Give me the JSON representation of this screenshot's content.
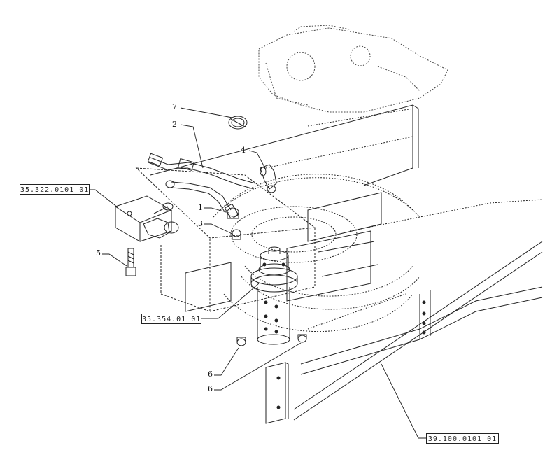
{
  "diagram": {
    "reference_boxes": [
      {
        "id": "ref-tank",
        "label": "35.322.0101 01"
      },
      {
        "id": "ref-swivel",
        "label": "35.354.01 01"
      },
      {
        "id": "ref-frame",
        "label": "39.100.0101 01"
      }
    ],
    "callouts": [
      {
        "id": "callout-7",
        "label": "7"
      },
      {
        "id": "callout-2",
        "label": "2"
      },
      {
        "id": "callout-4",
        "label": "4"
      },
      {
        "id": "callout-1",
        "label": "1"
      },
      {
        "id": "callout-3",
        "label": "3"
      },
      {
        "id": "callout-5",
        "label": "5"
      },
      {
        "id": "callout-6a",
        "label": "6"
      },
      {
        "id": "callout-6b",
        "label": "6"
      }
    ]
  }
}
